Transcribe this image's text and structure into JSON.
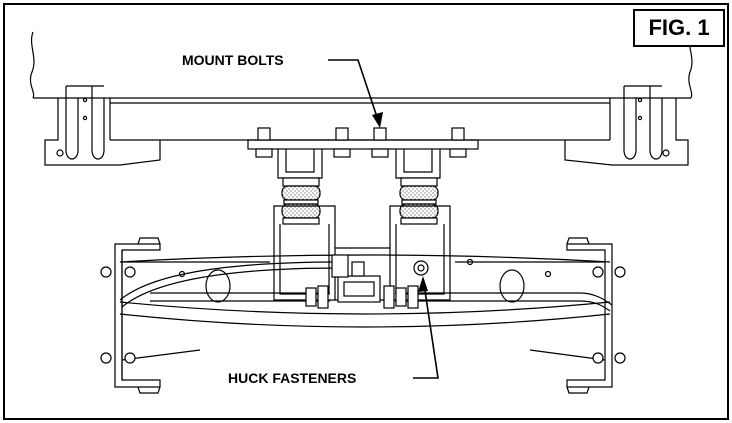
{
  "figure": {
    "label": "FIG. 1",
    "callouts": {
      "mount_bolts": "MOUNT BOLTS",
      "huck_fasteners": "HUCK FASTENERS"
    }
  }
}
